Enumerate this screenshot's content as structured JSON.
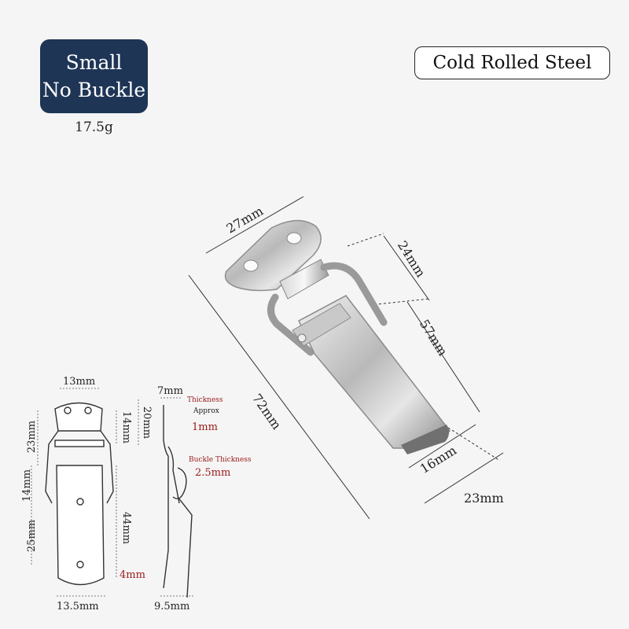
{
  "badge": {
    "line1": "Small",
    "line2": "No Buckle"
  },
  "weight": "17.5g",
  "material": "Cold Rolled Steel",
  "photo_dims": {
    "width_top": "27mm",
    "loop_length": "24mm",
    "body_length": "57mm",
    "total_length": "72mm",
    "clip_width": "16mm",
    "base_width": "23mm"
  },
  "drawing_dims": {
    "top_hole_spacing": "13mm",
    "plate_height": "14mm",
    "loop_height": "20mm",
    "upper_height": "23mm",
    "mid_height": "14mm",
    "lower_height": "25mm",
    "clip_length": "44mm",
    "tip": "4mm",
    "bottom_width": "13.5mm",
    "side_top": "7mm",
    "side_bottom": "9.5mm",
    "thickness_label": "Thickness",
    "thickness_approx": "Approx",
    "thickness_value": "1mm",
    "buckle_label": "Buckle Thickness",
    "buckle_value": "2.5mm"
  }
}
